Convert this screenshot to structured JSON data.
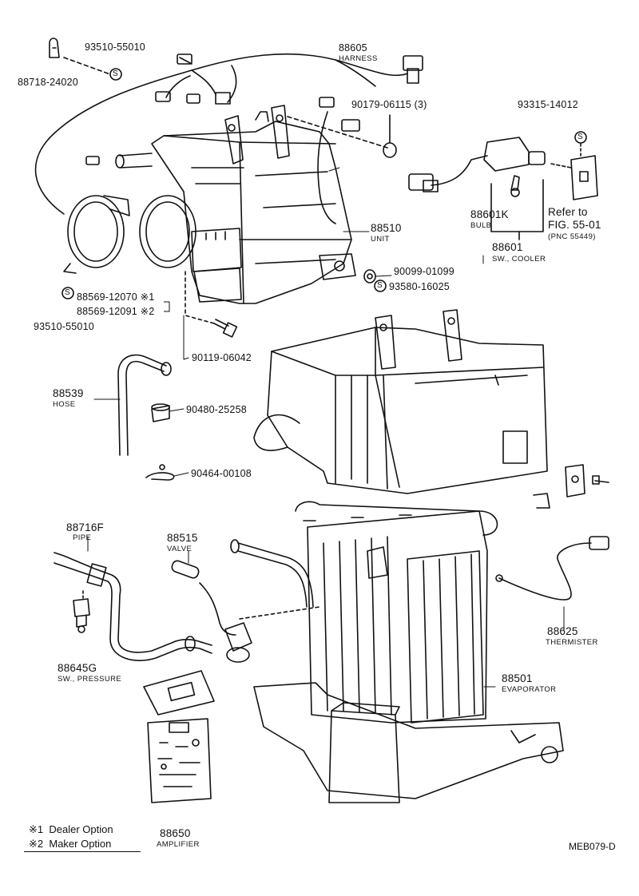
{
  "parts": {
    "p93510_top": "93510-55010",
    "p88718": "88718-24020",
    "p88605": "88605",
    "p88605_desc": "HARNESS",
    "p90179": "90179-06115 (3)",
    "p93315": "93315-14012",
    "p88601k": "88601K",
    "p88601k_desc": "BULB",
    "refer_to": "Refer to",
    "refer_fig": "FIG. 55-01",
    "refer_pnc": "(PNC 55449)",
    "p88601": "88601",
    "p88601_desc": "SW., COOLER",
    "p88510": "88510",
    "p88510_desc": "UNIT",
    "p90099": "90099-01099",
    "p93580": "93580-16025",
    "p88569a": "88569-12070",
    "p88569a_mark": "※1",
    "p88569b": "88569-12091",
    "p88569b_mark": "※2",
    "p93510_bottom": "93510-55010",
    "p90119": "90119-06042",
    "p88539": "88539",
    "p88539_desc": "HOSE",
    "p90480": "90480-25258",
    "p90464": "90464-00108",
    "p88716f": "88716F",
    "p88716f_desc": "PIPE",
    "p88515": "88515",
    "p88515_desc": "VALVE",
    "p88645g": "88645G",
    "p88645g_desc": "SW., PRESSURE",
    "p88625": "88625",
    "p88625_desc": "THERMISTER",
    "p88501": "88501",
    "p88501_desc": "EVAPORATOR",
    "p88650": "88650",
    "p88650_desc": "AMPLIFIER",
    "s_mark": "S"
  },
  "legend": {
    "item1_mark": "※1",
    "item1_text": "Dealer Option",
    "item2_mark": "※2",
    "item2_text": "Maker Option"
  },
  "diagram_code": "MEB079-D"
}
